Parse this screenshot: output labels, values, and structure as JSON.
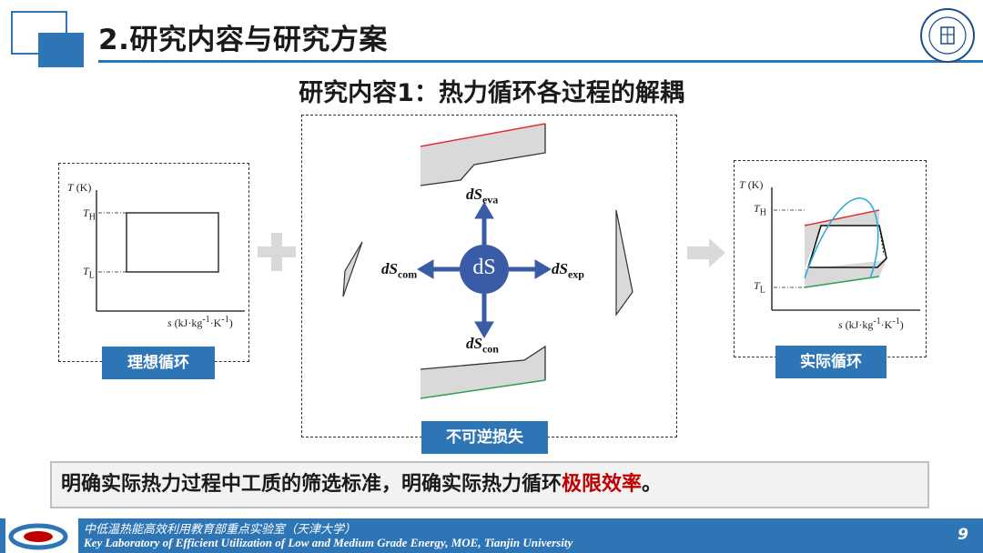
{
  "header": {
    "title": "2.研究内容与研究方案",
    "subtitle": "研究内容1：热力循环各过程的解耦"
  },
  "ideal_cycle": {
    "label": "理想循环",
    "y_axis": "T (K)",
    "x_axis": "s (kJ·kg⁻¹·K⁻¹)",
    "t_high": "T_H",
    "t_low": "T_L"
  },
  "actual_cycle": {
    "label": "实际循环",
    "y_axis": "T (K)",
    "x_axis": "s (kJ·kg⁻¹·K⁻¹)",
    "t_high": "T_H",
    "t_low": "T_L"
  },
  "decoupling": {
    "label": "不可逆损失",
    "center": "dS",
    "top": "dS_eva",
    "left": "dS_com",
    "right": "dS_exp",
    "bottom": "dS_con"
  },
  "conclusion": {
    "text_main": "明确实际热力过程中工质的筛选标准，明确实际热力循环",
    "text_highlight": "极限效率",
    "text_end": "。"
  },
  "footer": {
    "lab_cn": "中低温热能高效利用教育部重点实验室（天津大学）",
    "lab_en": "Key Laboratory of Efficient Utilization of Low and Medium Grade Energy, MOE, Tianjin University",
    "page": "9"
  },
  "colors": {
    "accent": "#2e75b6",
    "red": "#e03030",
    "green": "#2aa050",
    "cyan": "#29a8d8",
    "gray_fill": "#d9d9d9"
  }
}
